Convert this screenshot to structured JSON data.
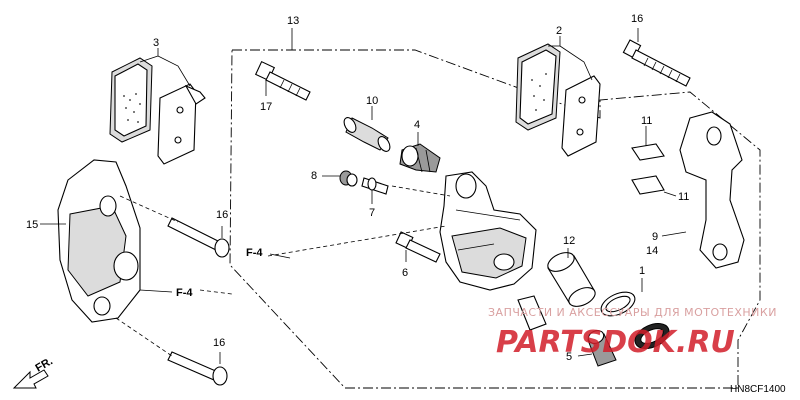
{
  "callouts": {
    "c13": "13",
    "c3": "3",
    "c2": "2",
    "c16a": "16",
    "c17": "17",
    "c10": "10",
    "c4": "4",
    "c8": "8",
    "c7": "7",
    "c11a": "11",
    "c11b": "11",
    "c15": "15",
    "c16b": "16",
    "c9": "9",
    "c14": "14",
    "c12": "12",
    "c1": "1",
    "c6": "6",
    "c5": "5",
    "c16c": "16"
  },
  "refs": {
    "f4_left": "F-4",
    "f4_center": "F-4",
    "fr": "FR."
  },
  "diagram_code": "HN8CF1400",
  "watermark": {
    "tagline": "ЗАПЧАСТИ И АКСЕССУАРЫ ДЛЯ МОТОТЕХНИКИ",
    "logo": "PARTSDOK.RU"
  }
}
